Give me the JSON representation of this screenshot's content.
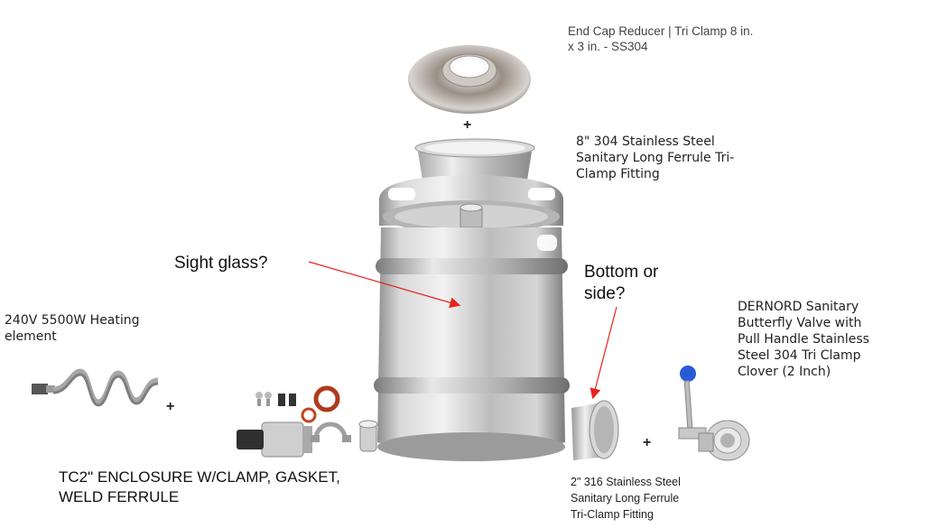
{
  "labels": {
    "end_cap": "End Cap Reducer | Tri Clamp 8 in. x 3 in. - SS304",
    "ferrule_8": "8\" 304 Stainless Steel Sanitary Long Ferrule Tri-Clamp Fitting",
    "sight_glass": "Sight glass?",
    "bottom_or_side": "Bottom or side?",
    "heating_element": "240V 5500W Heating element",
    "butterfly_valve": "DERNORD Sanitary Butterfly Valve with Pull Handle Stainless Steel 304 Tri Clamp Clover (2 Inch)",
    "enclosure": "TC2\" ENCLOSURE W/CLAMP, GASKET, WELD FERRULE",
    "ferrule_2": "2\" 316 Stainless Steel Sanitary Long Ferrule Tri-Clamp Fitting"
  },
  "plus_signs": [
    "+",
    "+",
    "+"
  ],
  "colors": {
    "arrow": "#e8231e",
    "steel_light": "#e6e6e6",
    "steel_mid": "#b8b8b8",
    "steel_dark": "#8a8a8a",
    "valve_knob": "#2a5bd7"
  },
  "icons": [
    "end-cap-reducer-icon",
    "ferrule-8-icon",
    "keg-icon",
    "heating-element-icon",
    "enclosure-kit-icon",
    "ferrule-2-icon",
    "butterfly-valve-icon"
  ]
}
